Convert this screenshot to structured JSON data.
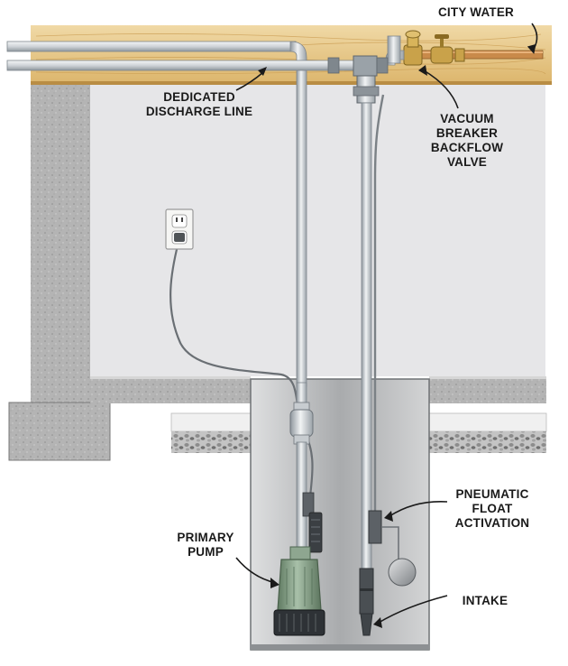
{
  "labels": {
    "city_water": "CITY WATER",
    "discharge_line": [
      "DEDICATED",
      "DISCHARGE LINE"
    ],
    "vacuum_breaker": [
      "VACUUM",
      "BREAKER",
      "BACKFLOW",
      "VALVE"
    ],
    "pneumatic_float": [
      "PNEUMATIC",
      "FLOAT",
      "ACTIVATION"
    ],
    "primary_pump": [
      "PRIMARY",
      "PUMP"
    ],
    "intake": "INTAKE"
  },
  "colors": {
    "joist_wood": "#e8c98a",
    "concrete": "#b9b9b9",
    "wall_back": "#e6e6e8",
    "pipe": "#cfd4d8",
    "pipe_edge": "#7d858c",
    "copper_pipe": "#c98a4a",
    "brass_valve": "#c9a24a",
    "pump_body": "#7f9a80",
    "sump_pit": "#b8babc",
    "gravel": "#8a8a8a"
  }
}
